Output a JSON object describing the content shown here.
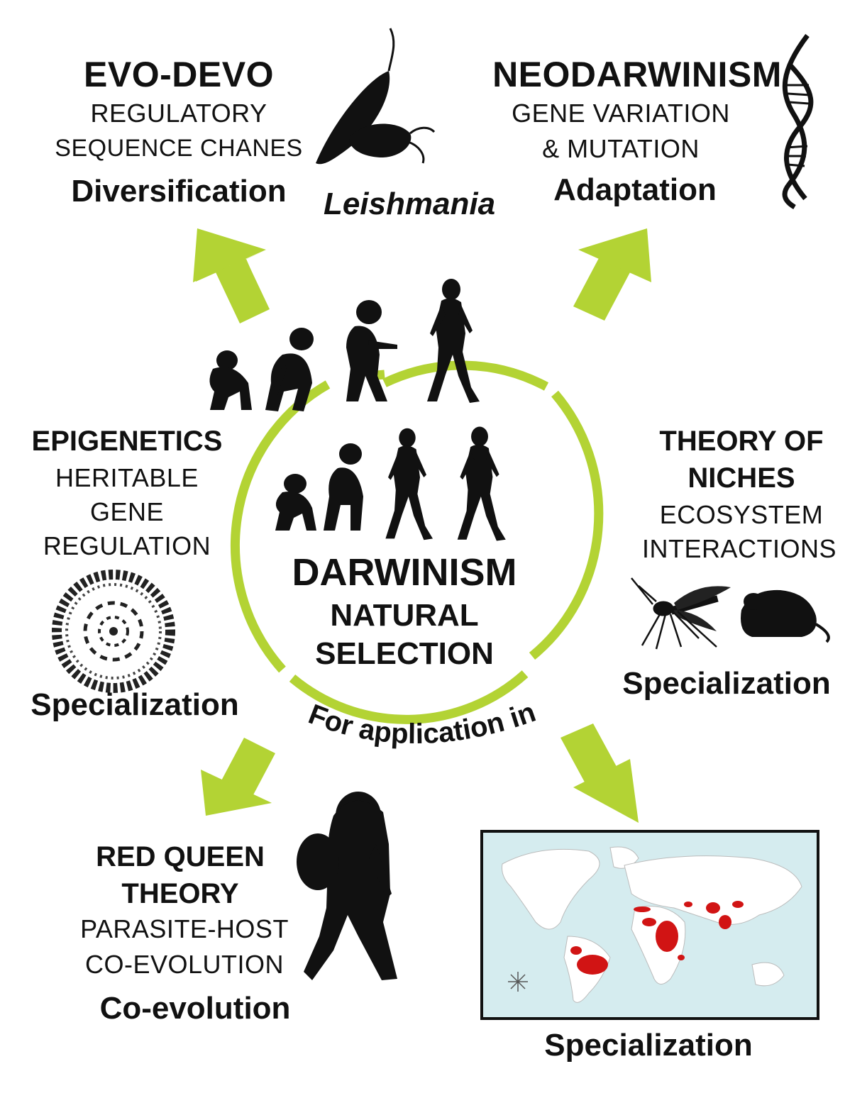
{
  "colors": {
    "arrow": "#b3d334",
    "ring": "#b3d334",
    "silhouette": "#111111",
    "endemic_red": "#d11414",
    "map_ocean": "#d5ecef"
  },
  "icons": [
    "leishmania-icon",
    "dna-icon",
    "hominid-evolution-icon",
    "chromatin-icon",
    "mosquito-icon",
    "rat-icon",
    "hiker-icon",
    "world-map-icon",
    "compass-rose-icon"
  ],
  "evo_devo": {
    "title": "EVO-DEVO",
    "line1": "REGULATORY",
    "line2": "SEQUENCE CHANES",
    "outcome": "Diversification"
  },
  "organism": {
    "name": "Leishmania"
  },
  "neodarwinism": {
    "title": "NEODARWINISM",
    "line1": "GENE VARIATION",
    "line2": "& MUTATION",
    "outcome": "Adaptation"
  },
  "epigenetics": {
    "title": "EPIGENETICS",
    "line1": "HERITABLE",
    "line2": "GENE",
    "line3": "REGULATION",
    "outcome": "Specialization"
  },
  "niches": {
    "title1": "THEORY OF",
    "title2": "NICHES",
    "line1": "ECOSYSTEM",
    "line2": "INTERACTIONS",
    "outcome": "Specialization"
  },
  "center": {
    "title": "DARWINISM",
    "sub1": "NATURAL",
    "sub2": "SELECTION"
  },
  "application": {
    "text": "For application in"
  },
  "red_queen": {
    "title1": "RED QUEEN",
    "title2": "THEORY",
    "line1": "PARASITE-HOST",
    "line2": "CO-EVOLUTION",
    "outcome": "Co-evolution"
  },
  "map_panel": {
    "outcome": "Specialization"
  }
}
